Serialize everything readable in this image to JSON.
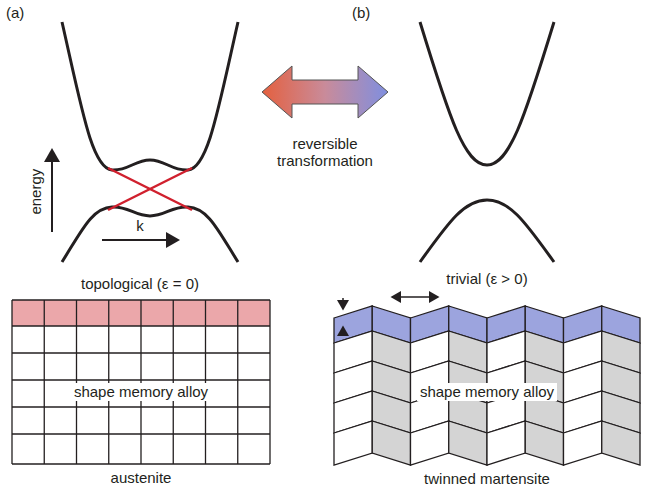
{
  "diagram": {
    "nodes": [
      {
        "text": [
          "shape memory alloy",
          "austenite"
        ]
      },
      {
        "text": [
          "shape memory alloy",
          "twinned martensite"
        ]
      }
    ],
    "labels": [
      "(a)",
      "(b)",
      "energy",
      "k",
      "reversible transformation",
      "topological (ε = 0)",
      "trivial (ε > 0)"
    ]
  }
}
